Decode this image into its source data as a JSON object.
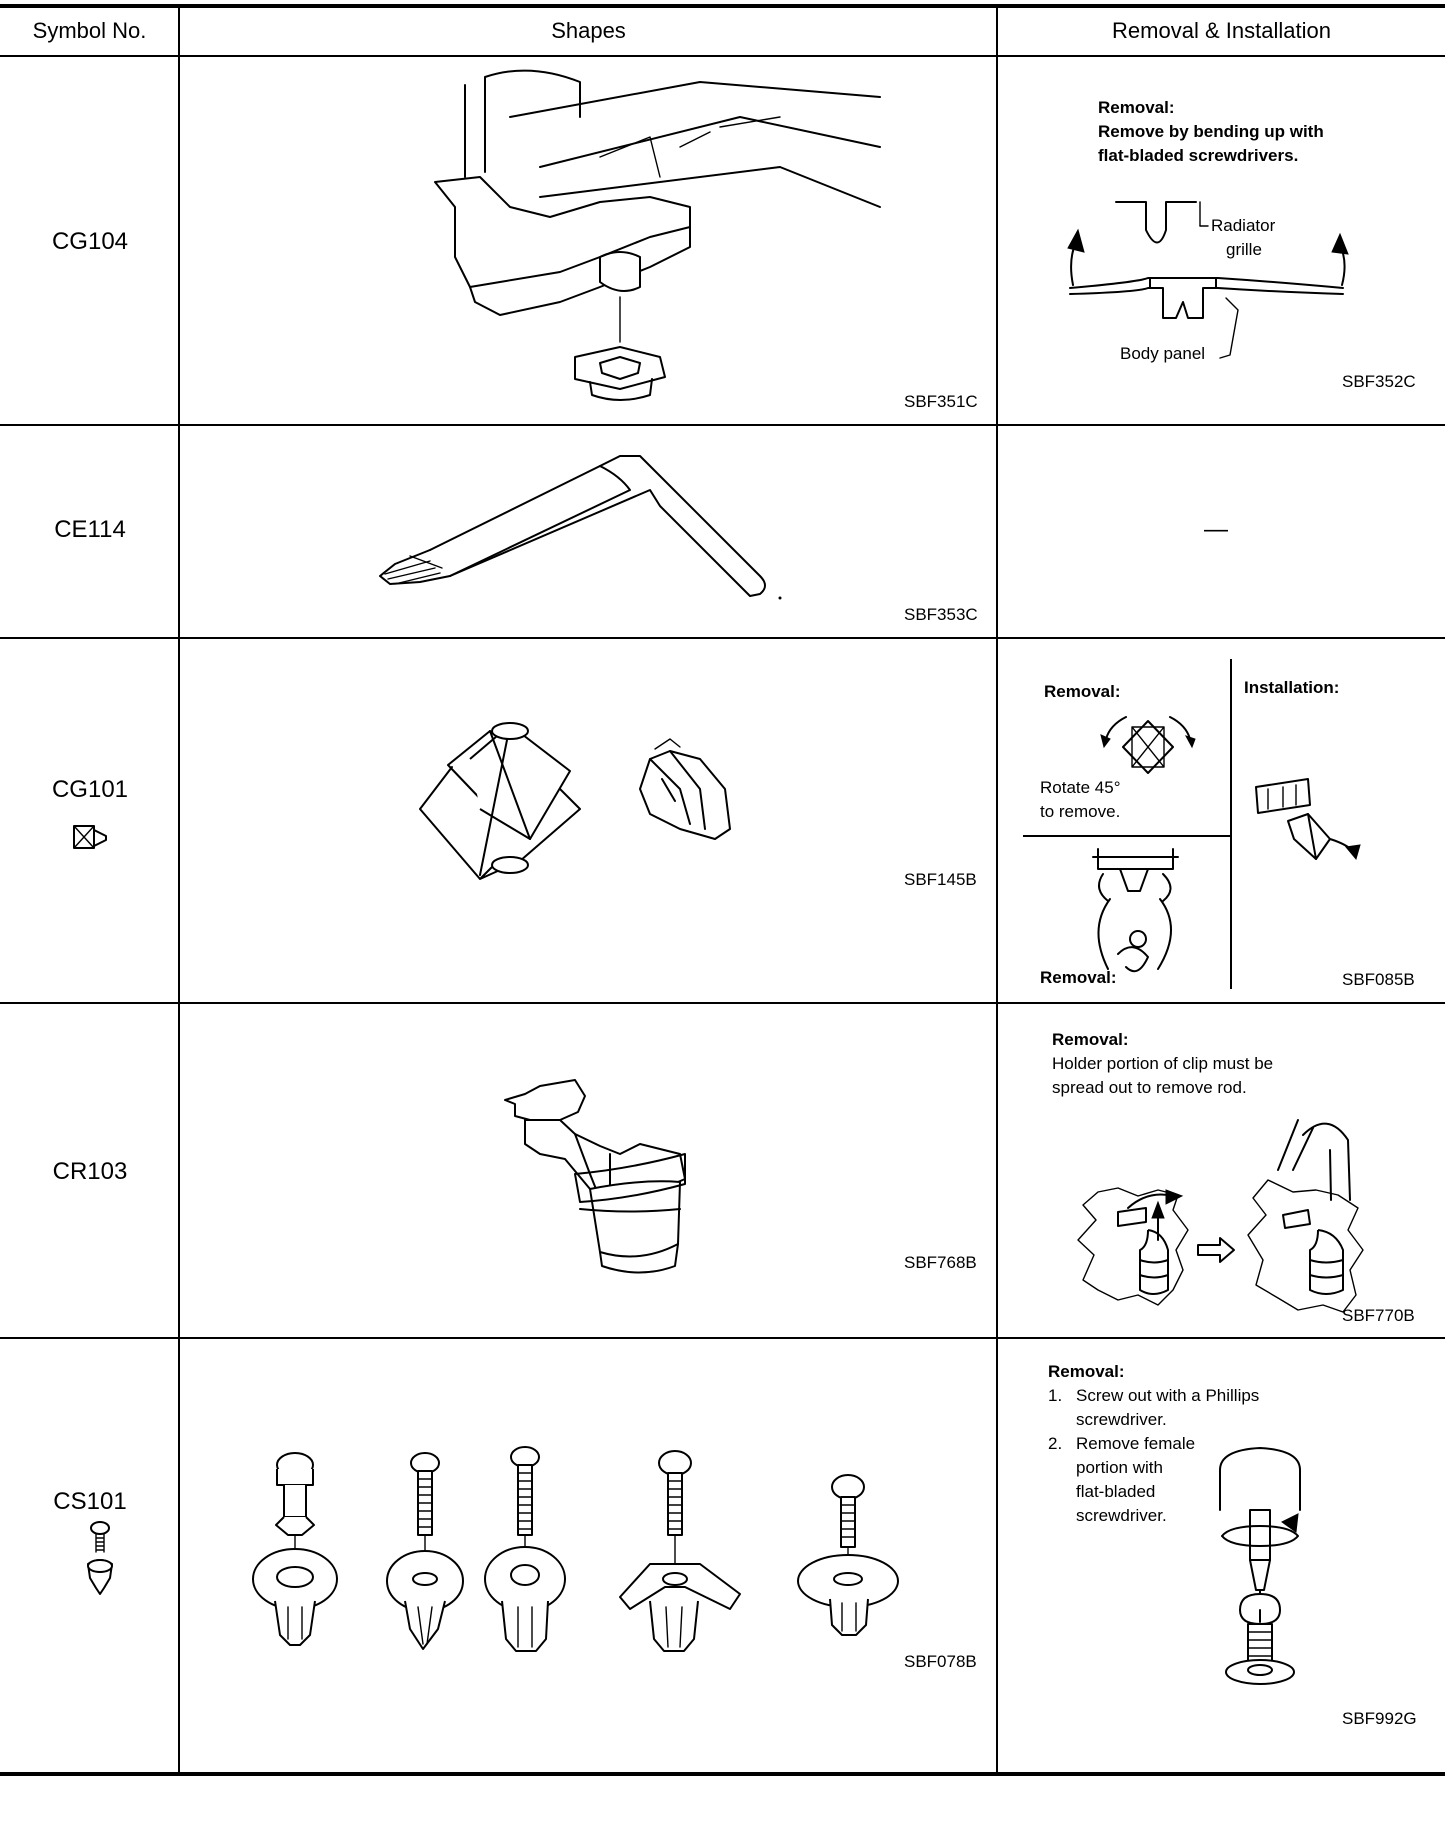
{
  "header": {
    "symbol_no": "Symbol No.",
    "shapes": "Shapes",
    "removal_installation": "Removal & Installation"
  },
  "rows": [
    {
      "symbol": "CG104",
      "shape_code": "SBF351C",
      "removal_title": "Removal:",
      "removal_text": [
        "Remove by bending up with",
        "flat-bladed screwdrivers."
      ],
      "label_radiator": [
        "Radiator",
        "grille"
      ],
      "label_body_panel": "Body panel",
      "ri_code": "SBF352C"
    },
    {
      "symbol": "CE114",
      "shape_code": "SBF353C",
      "ri_text": "—"
    },
    {
      "symbol": "CG101",
      "shape_code": "SBF145B",
      "removal_title": "Removal:",
      "installation_title": "Installation:",
      "rotate_text": [
        "Rotate 45°",
        "to remove."
      ],
      "removal_bottom": "Removal:",
      "ri_code": "SBF085B"
    },
    {
      "symbol": "CR103",
      "shape_code": "SBF768B",
      "removal_title": "Removal:",
      "removal_text": [
        "Holder portion of clip must be",
        "spread out to remove rod."
      ],
      "ri_code": "SBF770B"
    },
    {
      "symbol": "CS101",
      "shape_code": "SBF078B",
      "removal_title": "Removal:",
      "steps": [
        {
          "num": "1.",
          "lines": [
            "Screw out with a Phillips",
            "screwdriver."
          ]
        },
        {
          "num": "2.",
          "lines": [
            "Remove female",
            "portion with",
            "flat-bladed",
            "screwdriver."
          ]
        }
      ],
      "ri_code": "SBF992G"
    }
  ]
}
